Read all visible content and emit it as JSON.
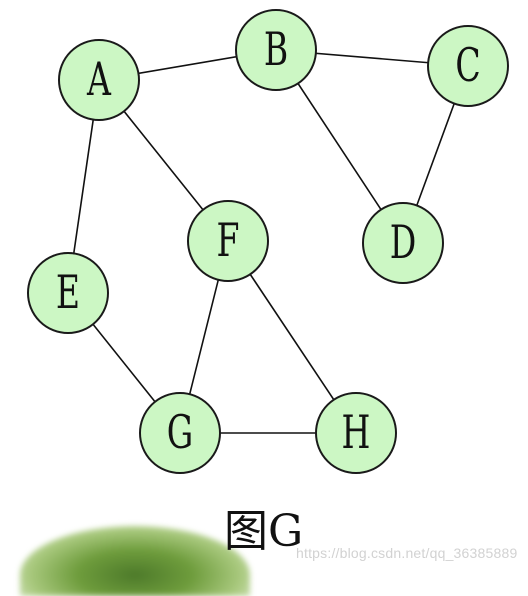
{
  "diagram": {
    "nodes": [
      {
        "id": "A",
        "label": "A"
      },
      {
        "id": "B",
        "label": "B"
      },
      {
        "id": "C",
        "label": "C"
      },
      {
        "id": "D",
        "label": "D"
      },
      {
        "id": "E",
        "label": "E"
      },
      {
        "id": "F",
        "label": "F"
      },
      {
        "id": "G",
        "label": "G"
      },
      {
        "id": "H",
        "label": "H"
      }
    ],
    "edges": [
      {
        "from": "A",
        "to": "B"
      },
      {
        "from": "A",
        "to": "E"
      },
      {
        "from": "A",
        "to": "F"
      },
      {
        "from": "B",
        "to": "C"
      },
      {
        "from": "B",
        "to": "D"
      },
      {
        "from": "C",
        "to": "D"
      },
      {
        "from": "E",
        "to": "G"
      },
      {
        "from": "F",
        "to": "G"
      },
      {
        "from": "F",
        "to": "H"
      },
      {
        "from": "G",
        "to": "H"
      }
    ],
    "node_fill": "#ccf7c4",
    "node_stroke": "#1a1a1a"
  },
  "caption": "图G",
  "watermark": "https://blog.csdn.net/qq_36385889"
}
